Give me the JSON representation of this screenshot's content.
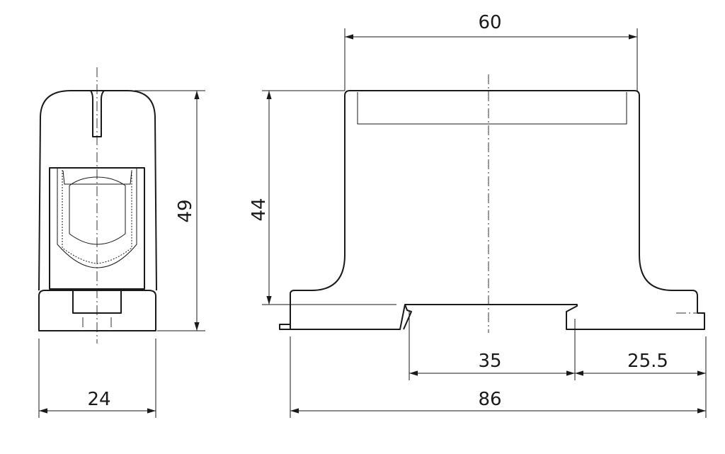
{
  "drawing": {
    "front_view": {
      "height_dim": "49",
      "width_dim": "24"
    },
    "side_view": {
      "top_width_dim": "60",
      "height_dim": "44",
      "rail_dim": "35",
      "offset_dim": "25.5",
      "total_width_dim": "86"
    }
  }
}
